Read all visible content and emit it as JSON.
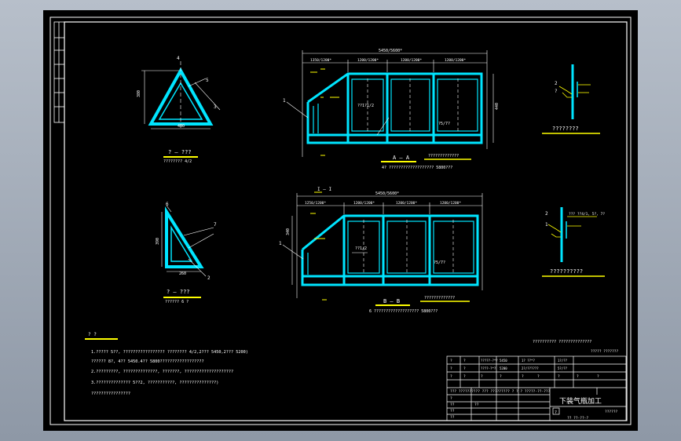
{
  "drawing": {
    "title": "下装气瓶加工",
    "colors": {
      "background": "#000000",
      "frame": "#ffffff",
      "steel": "#00e5ff",
      "annotation": "#ffff00",
      "dimension": "#ffffff",
      "accent": "#ff00ff"
    }
  },
  "view_a": {
    "section_label": "A — A",
    "total_dim": "5450/5600*",
    "seg_dims": [
      "1350/1200*",
      "1200/1200*",
      "1200/1200*",
      "1200/1200*"
    ],
    "height_dim": "440",
    "leaders": [
      "1",
      "??1?1/2",
      "?5/7?"
    ],
    "caption": "?????????????",
    "note": "4? ???????????????????   5800???"
  },
  "view_b": {
    "section_label": "B — B",
    "total_dim": "5450/5600*",
    "seg_dims": [
      "1250/1200*",
      "1200/1200*",
      "1200/1200*",
      "1200/1200*"
    ],
    "height_dim": "340",
    "cut_label": "I — I",
    "leaders": [
      "1",
      "??1/2",
      "?5/7?"
    ],
    "caption": "?????????????",
    "note": "6 ???????????????????   5800???"
  },
  "section_1": {
    "label": "? — ???",
    "sub": "???????? 4/2",
    "dims": [
      "380",
      "400"
    ],
    "leaders": [
      "4",
      "5",
      "3"
    ]
  },
  "section_2": {
    "label": "? — ???",
    "sub": "??????  6 ?",
    "dims": [
      "390",
      "260"
    ],
    "leaders": [
      "6",
      "7",
      "2"
    ]
  },
  "detail_1": {
    "caption": "????????",
    "leaders": [
      "2",
      "?"
    ]
  },
  "detail_2": {
    "caption": "??????????",
    "leaders": [
      "2",
      "1",
      "??? ??4/1, 5?, 7?"
    ]
  },
  "notes": {
    "header": "?    ?",
    "lines": [
      "1.????? 5??, ?????????????????    ????????  4/2,2??? 5450,2??? 5200)",
      "  ??????  8?, 4?? 5450.4?? 5800??????????????????",
      "2.?????????, ??????????????, ???????, ????????????????????",
      "3.??????????????     5??2, ???????????, ???????????????)",
      "????????????????"
    ]
  },
  "title_block": {
    "top_note": "??????????  ??????????????",
    "top_note_2": "????? ???????",
    "rows": [
      [
        "?",
        "?",
        "?????-?*?",
        "5450",
        "1? ??*?",
        "1?/??"
      ],
      [
        "?",
        "?",
        "????-?*?",
        "5200",
        "2?/??????",
        "5?/??"
      ],
      [
        "?",
        "?",
        "?",
        "?",
        "?",
        "?",
        "?",
        "?",
        "?"
      ]
    ],
    "name_row": "???   ??????????   ??? ?????????    ? ? ?    ?????-??-???",
    "grid_labels": [
      "?",
      "??",
      "??",
      "??",
      "??"
    ],
    "scale": "?",
    "sheet": "??????",
    "drawing_no": "??  ??-??-?",
    "name": "下装气瓶加工"
  }
}
